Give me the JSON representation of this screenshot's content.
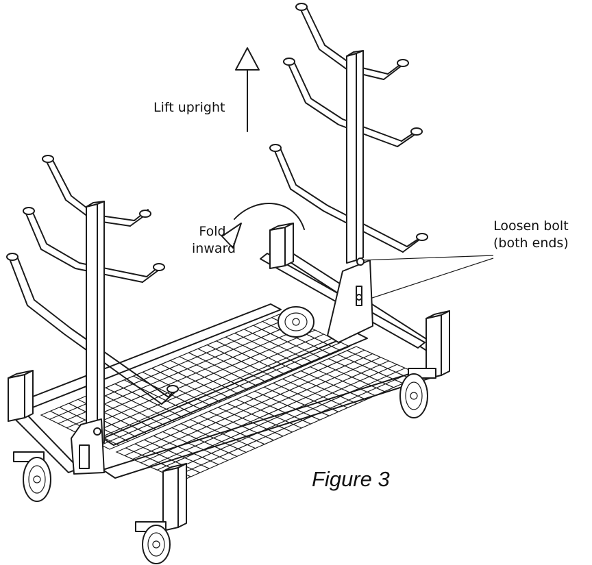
{
  "annotations": {
    "lift": "Lift upright",
    "fold_line1": "Fold",
    "fold_line2": "inward",
    "loosen_line1": "Loosen bolt",
    "loosen_line2": "(both ends)"
  },
  "caption": "Figure 3"
}
